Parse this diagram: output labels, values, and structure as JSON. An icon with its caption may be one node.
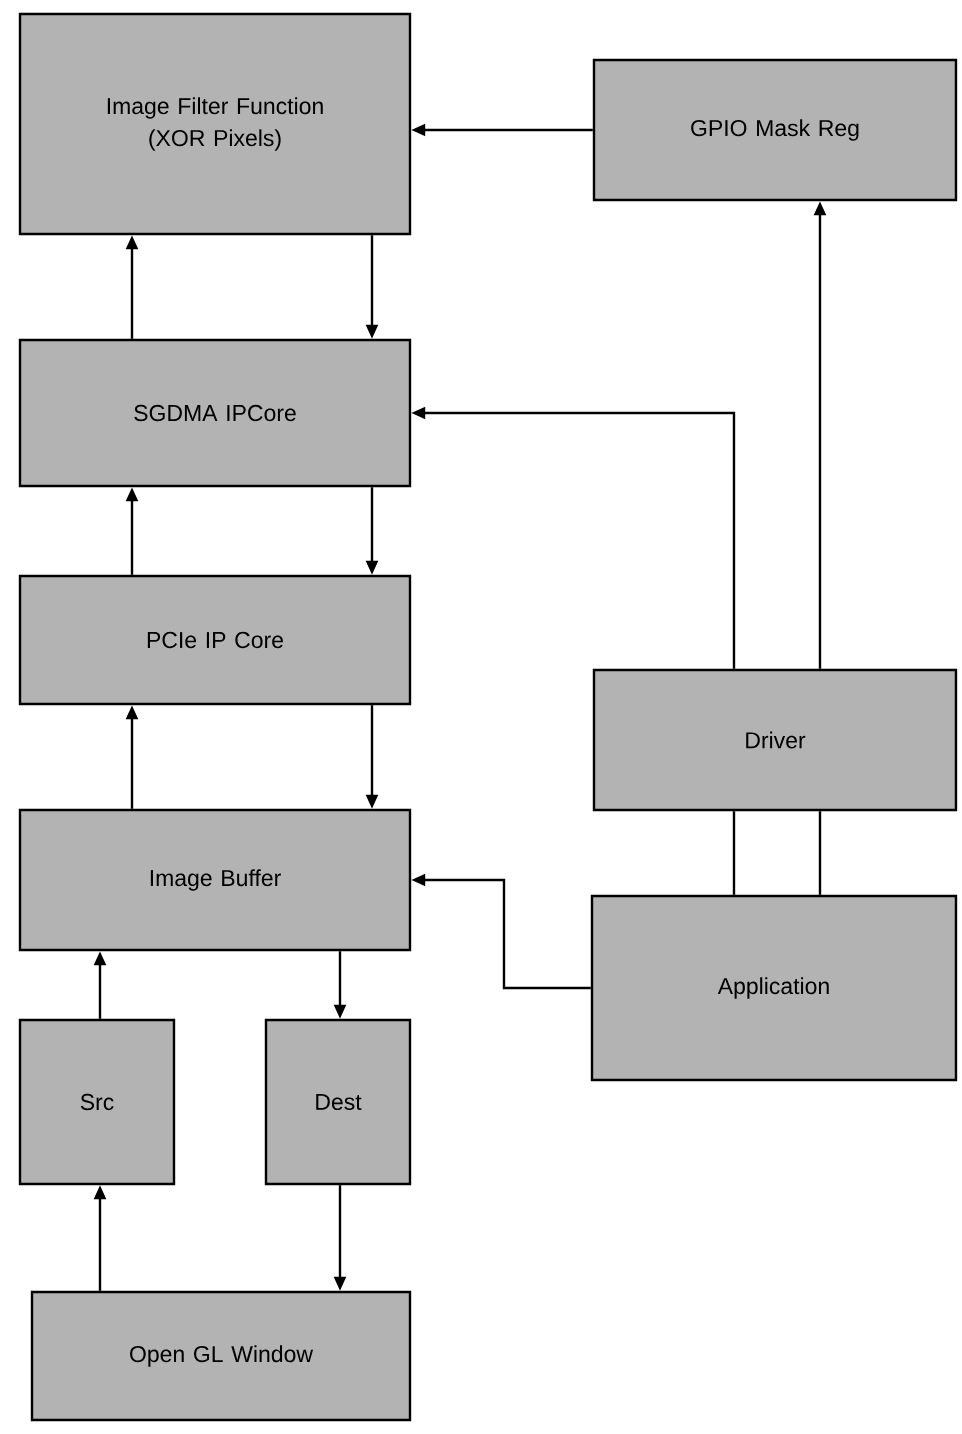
{
  "diagram": {
    "nodes": [
      {
        "text": [
          "Image Filter Function (XOR Pixels)"
        ]
      },
      {
        "text": [
          "GPIO Mask Reg"
        ]
      },
      {
        "text": [
          "SGDMA IPCore"
        ]
      },
      {
        "text": [
          "PCIe IP Core"
        ]
      },
      {
        "text": [
          "Driver"
        ]
      },
      {
        "text": [
          "Image Buffer"
        ]
      },
      {
        "text": [
          "Application"
        ]
      },
      {
        "text": [
          "Src"
        ]
      },
      {
        "text": [
          "Dest"
        ]
      },
      {
        "text": [
          "Open GL Window"
        ]
      }
    ],
    "edges": [
      {
        "from": 2,
        "to": 0,
        "arrow": "to"
      },
      {
        "from": 0,
        "to": 2,
        "arrow": "to"
      },
      {
        "from": 3,
        "to": 2,
        "arrow": "to"
      },
      {
        "from": 2,
        "to": 3,
        "arrow": "to"
      },
      {
        "from": 5,
        "to": 3,
        "arrow": "to"
      },
      {
        "from": 3,
        "to": 5,
        "arrow": "to"
      },
      {
        "from": 7,
        "to": 5,
        "arrow": "to"
      },
      {
        "from": 5,
        "to": 8,
        "arrow": "to"
      },
      {
        "from": 9,
        "to": 7,
        "arrow": "to"
      },
      {
        "from": 8,
        "to": 9,
        "arrow": "to"
      },
      {
        "from": 1,
        "to": 0,
        "arrow": "to"
      },
      {
        "from": 4,
        "to": 2,
        "arrow": "to"
      },
      {
        "from": 4,
        "to": 1,
        "arrow": "to"
      },
      {
        "from": 6,
        "to": 4,
        "arrow": "none"
      },
      {
        "from": 6,
        "to": 4,
        "arrow": "none"
      },
      {
        "from": 6,
        "to": 5,
        "arrow": "to"
      }
    ]
  }
}
